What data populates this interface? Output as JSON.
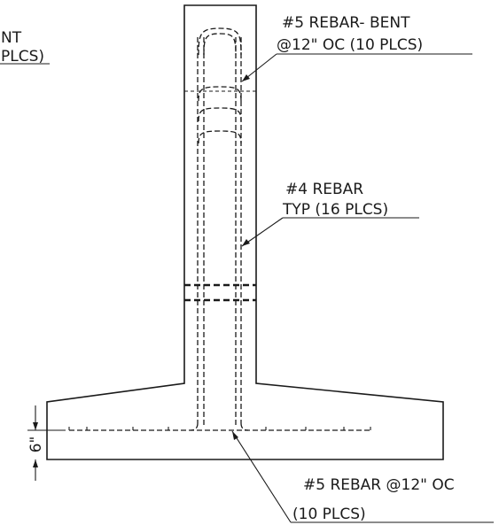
{
  "labels": {
    "partial_top_left_line1": "NT",
    "partial_top_left_line2": "PLCS)",
    "bent_rebar_line1": "#5 REBAR- BENT",
    "bent_rebar_line2": "@12\" OC (10 PLCS)",
    "typ_rebar_line1": "#4 REBAR",
    "typ_rebar_line2": "TYP (16 PLCS)",
    "footing_rebar_line1": "#5 REBAR @12\" OC",
    "footing_rebar_line2": "(10 PLCS)",
    "cover_dimension": "6\""
  }
}
